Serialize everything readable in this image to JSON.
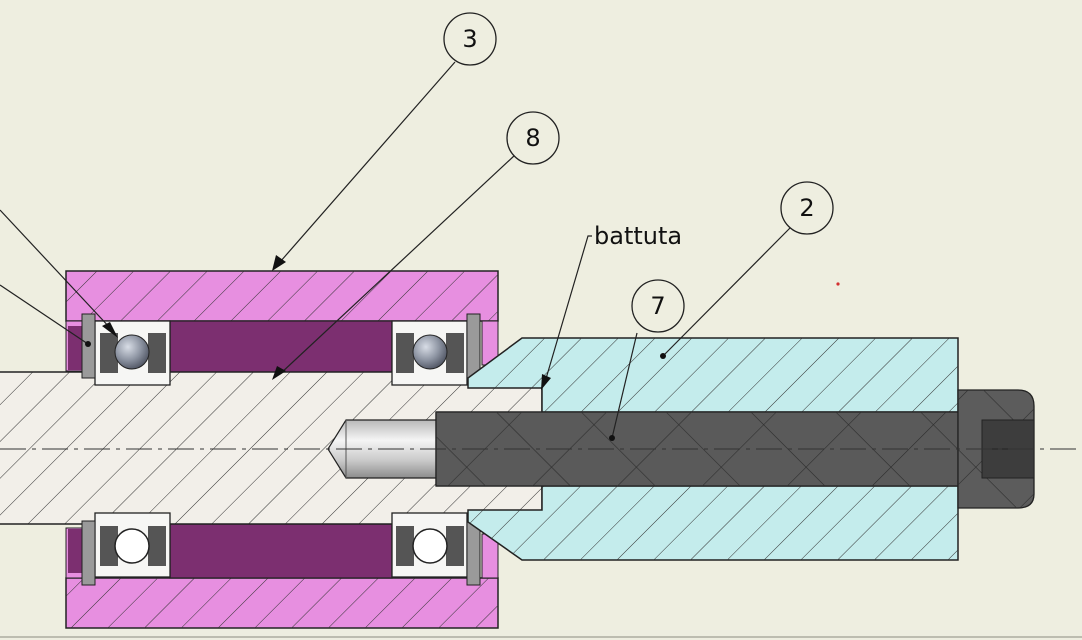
{
  "drawing": {
    "background": "#eeeee0",
    "colors": {
      "housing": "#e78fe0",
      "spacer": "#7c2f70",
      "shim": "#f4ec8e",
      "shaft": "#f2efe9",
      "cone": "#c4ecec",
      "screw": "#5a5a5a",
      "outline": "#222222"
    },
    "balloons": [
      {
        "id": "3",
        "label": "3"
      },
      {
        "id": "8",
        "label": "8"
      },
      {
        "id": "2",
        "label": "2"
      },
      {
        "id": "7",
        "label": "7"
      }
    ],
    "note": {
      "text": "battuta"
    }
  }
}
